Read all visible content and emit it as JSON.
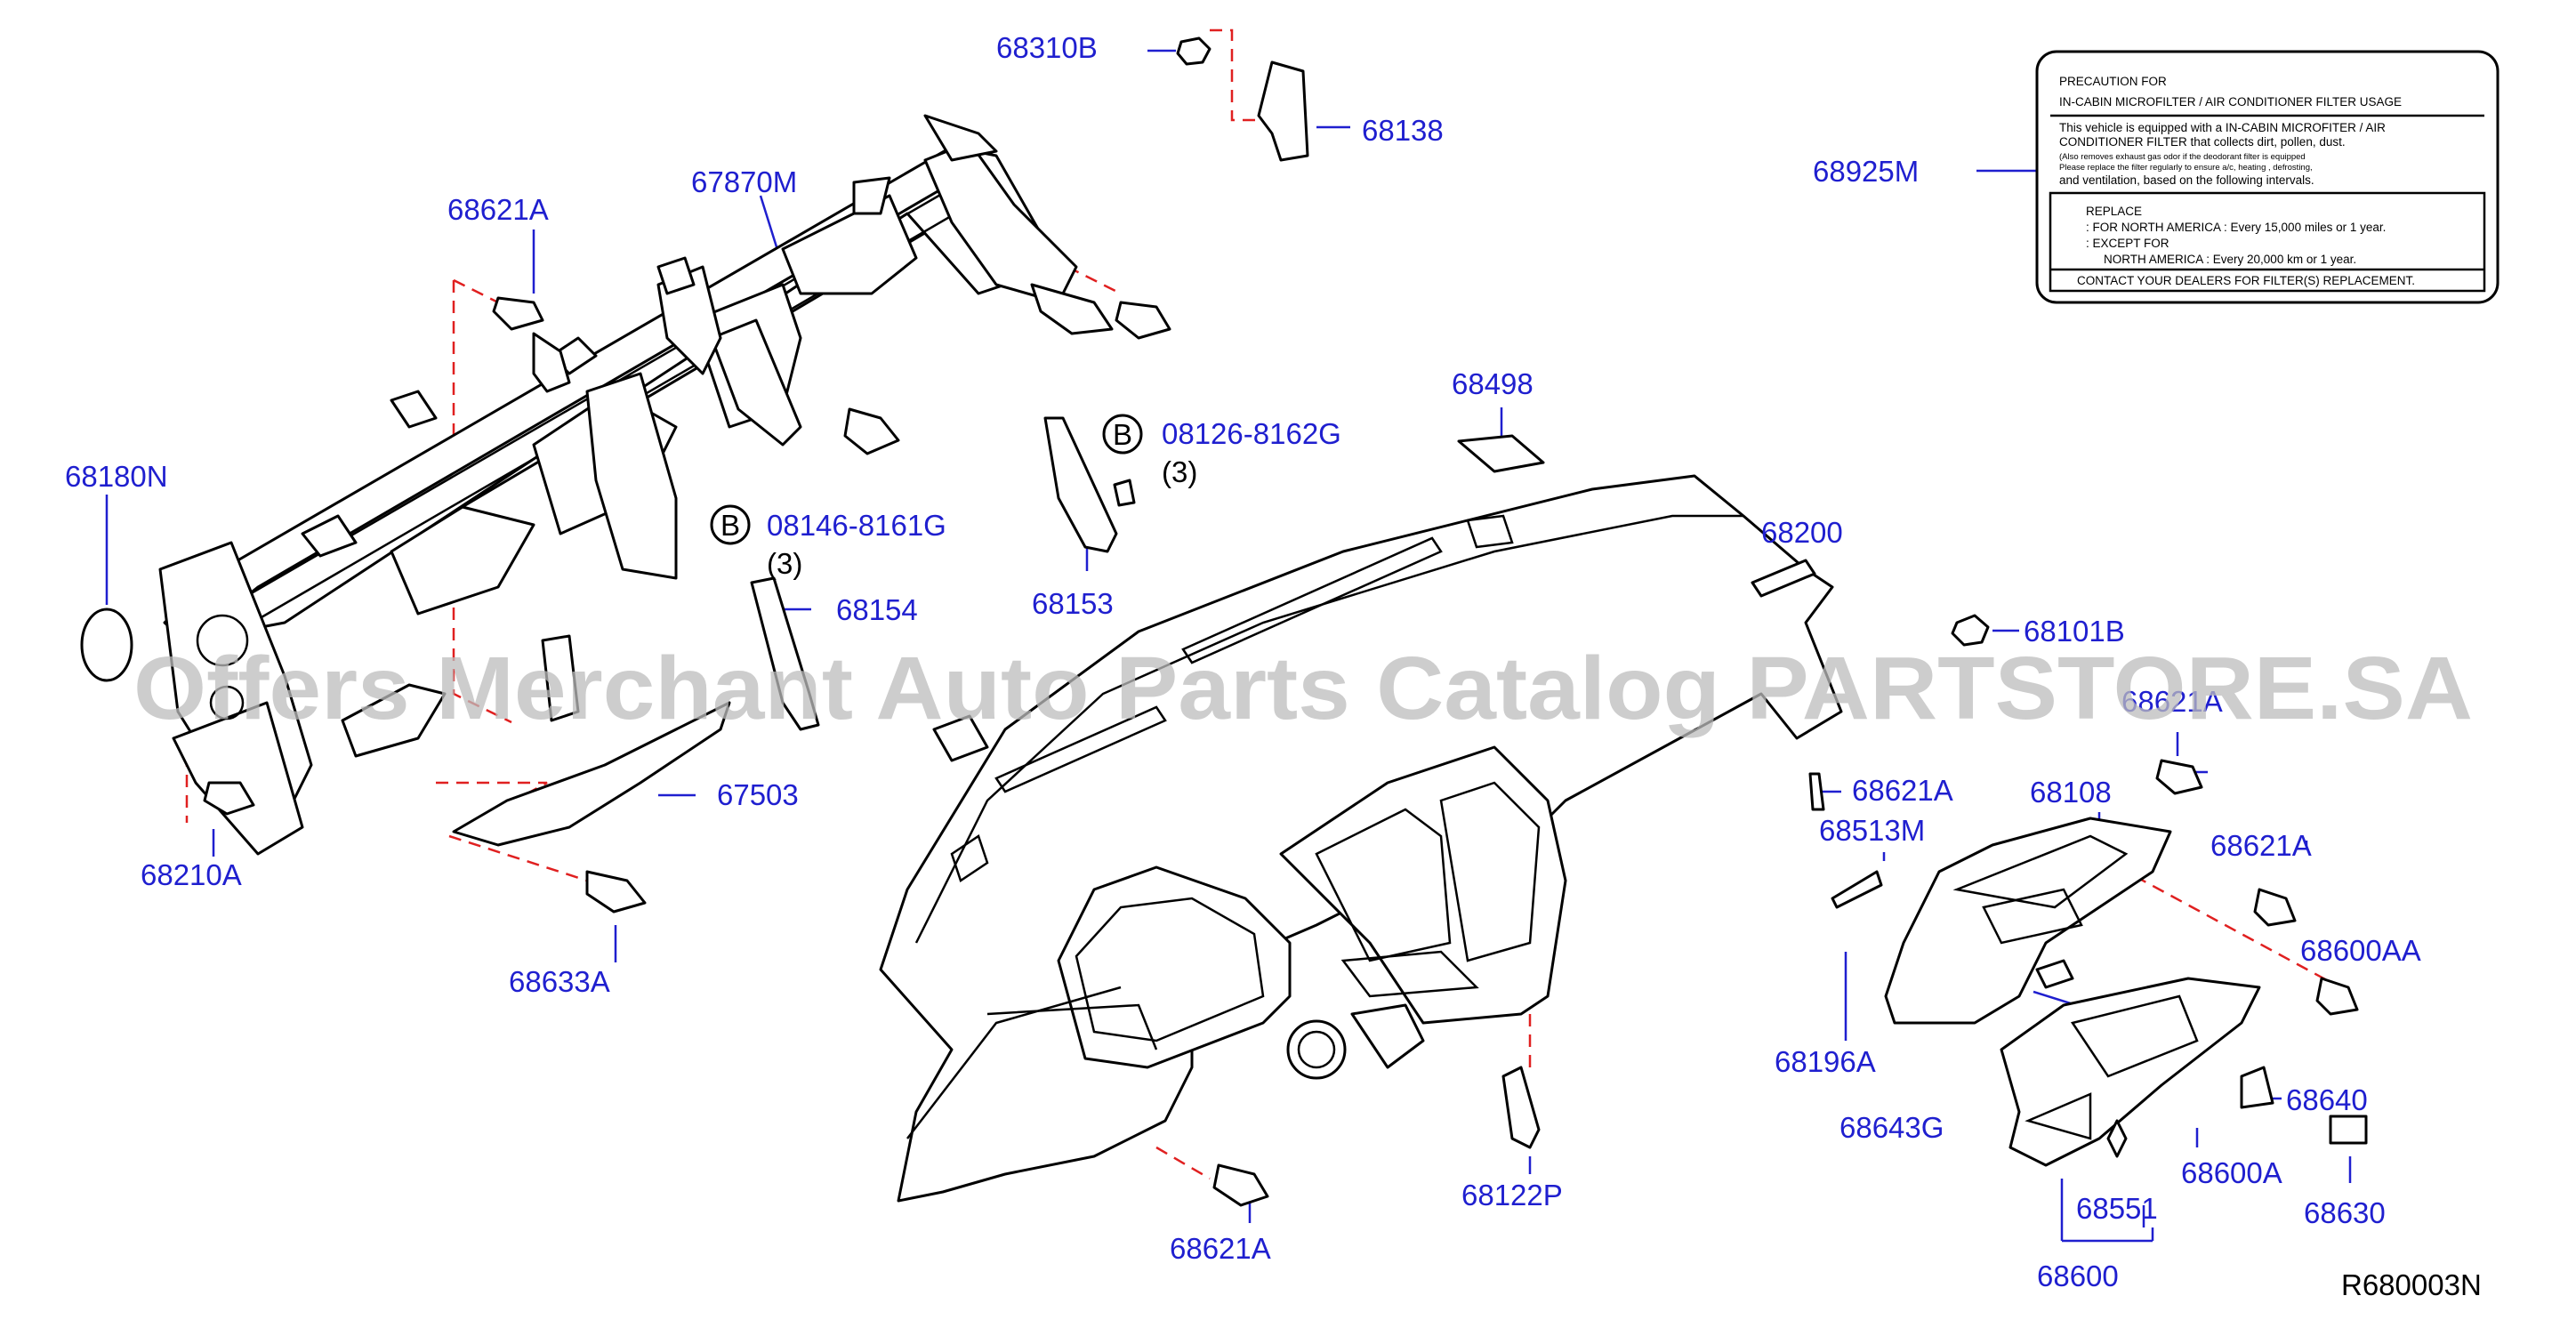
{
  "labels": [
    {
      "text": "68310B"
    },
    {
      "text": "68138"
    },
    {
      "text": "68621A"
    },
    {
      "text": "67870M"
    },
    {
      "text": "68925M"
    },
    {
      "text": "68498"
    },
    {
      "text": "08126-8162G"
    },
    {
      "text": "(3)"
    },
    {
      "text": "08146-8161G"
    },
    {
      "text": "(3)"
    },
    {
      "text": "68180N"
    },
    {
      "text": "68154"
    },
    {
      "text": "68153"
    },
    {
      "text": "68200"
    },
    {
      "text": "68101B"
    },
    {
      "text": "68621A"
    },
    {
      "text": "68621A"
    },
    {
      "text": "68513M"
    },
    {
      "text": "68108"
    },
    {
      "text": "68621A"
    },
    {
      "text": "67503"
    },
    {
      "text": "68210A"
    },
    {
      "text": "68633A"
    },
    {
      "text": "68600AA"
    },
    {
      "text": "68196A"
    },
    {
      "text": "68640"
    },
    {
      "text": "68643G"
    },
    {
      "text": "68600A"
    },
    {
      "text": "68630"
    },
    {
      "text": "68122P"
    },
    {
      "text": "68551"
    },
    {
      "text": "68621A"
    },
    {
      "text": "68600"
    }
  ],
  "callouts": [
    {
      "letter": "B"
    },
    {
      "letter": "B"
    }
  ],
  "notice": {
    "title_line1": "PRECAUTION FOR",
    "title_line2": "IN-CABIN MICROFILTER / AIR CONDITIONER FILTER USAGE",
    "body_line1": "This vehicle is equipped with a IN-CABIN MICROFITER / AIR",
    "body_line2": "CONDITIONER FILTER that collects dirt, pollen, dust.",
    "small_line1": "(Also removes exhaust gas odor if the deodorant filter is equipped",
    "small_line2": "Please replace the filter regularly to ensure a/c, heating , defrosting,",
    "body_line3": "and ventilation, based on the following intervals.",
    "replace_head": "REPLACE",
    "replace_line1": ": FOR NORTH AMERICA : Every 15,000 miles or 1 year.",
    "replace_line2": ": EXCEPT FOR",
    "replace_line3": "NORTH AMERICA : Every 20,000 km or 1 year.",
    "contact_line": "CONTACT YOUR DEALERS FOR FILTER(S) REPLACEMENT."
  },
  "diagram_ref": "R680003N",
  "watermark": "Offers Merchant Auto Parts Catalog PARTSTORE.SA",
  "colors": {
    "label": "#1f1fcf",
    "dashed_guide": "#e02020",
    "watermark": "#bdbdbd",
    "line": "#000000"
  }
}
